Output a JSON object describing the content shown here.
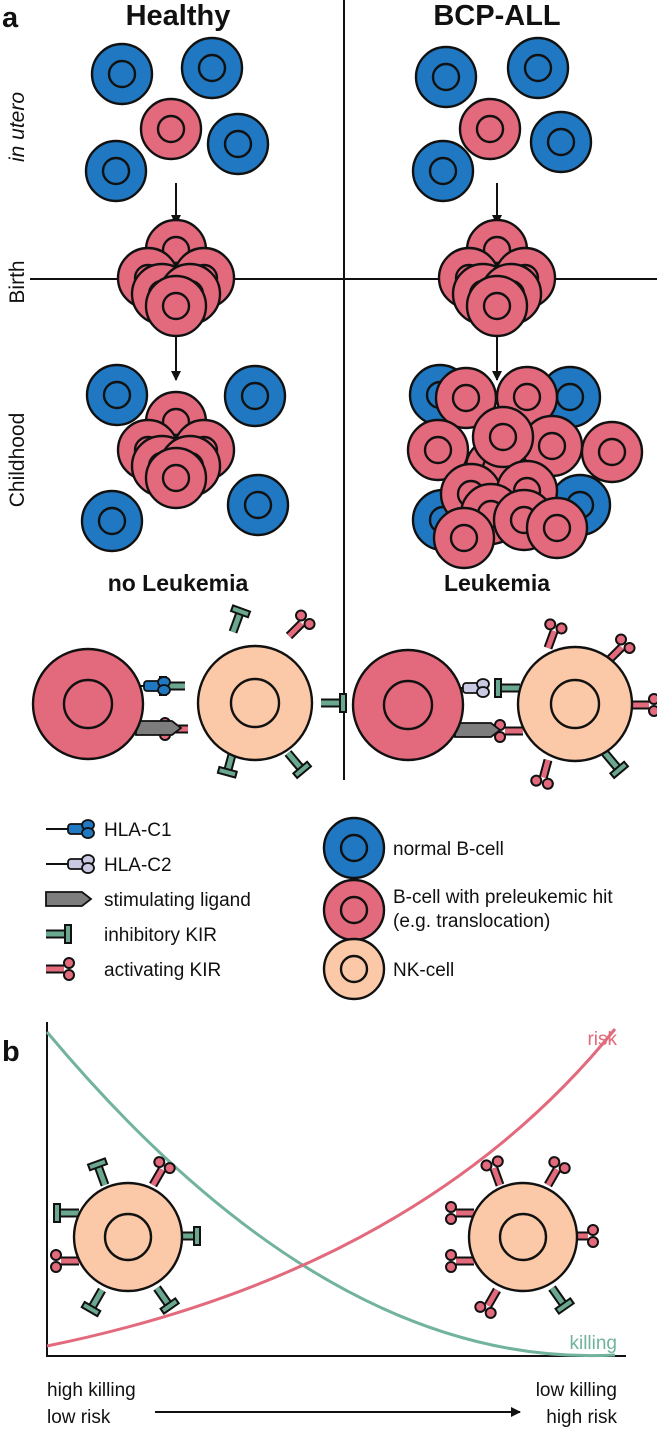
{
  "panel_a": {
    "letter": "a",
    "columns": {
      "left": "Healthy",
      "right": "BCP-ALL"
    },
    "rows": {
      "utero": "in utero",
      "birth": "Birth",
      "childhood": "Childhood"
    },
    "outcomes": {
      "left": "no Leukemia",
      "right": "Leukemia"
    }
  },
  "legend": {
    "hla_c1": "HLA-C1",
    "hla_c2": "HLA-C2",
    "stim": "stimulating ligand",
    "inhib": "inhibitory KIR",
    "activ": "activating KIR",
    "normal": "normal B-cell",
    "preleuk_1": "B-cell with preleukemic hit",
    "preleuk_2": "(e.g. translocation)",
    "nk": "NK-cell"
  },
  "panel_b": {
    "letter": "b",
    "risk_label": "risk",
    "killing_label": "killing",
    "left_axis_1": "high killing",
    "left_axis_2": "low risk",
    "right_axis_1": "low killing",
    "right_axis_2": "high risk"
  },
  "colors": {
    "blue": "#1f78c1",
    "red": "#e26a7c",
    "nk": "#fbc9a8",
    "green": "#6aa88f",
    "pink": "#e26a7c",
    "gray": "#7d7d7d",
    "lavender": "#c9c9e4",
    "risk_curve": "#e26a7c",
    "killing_curve": "#72b39d"
  }
}
